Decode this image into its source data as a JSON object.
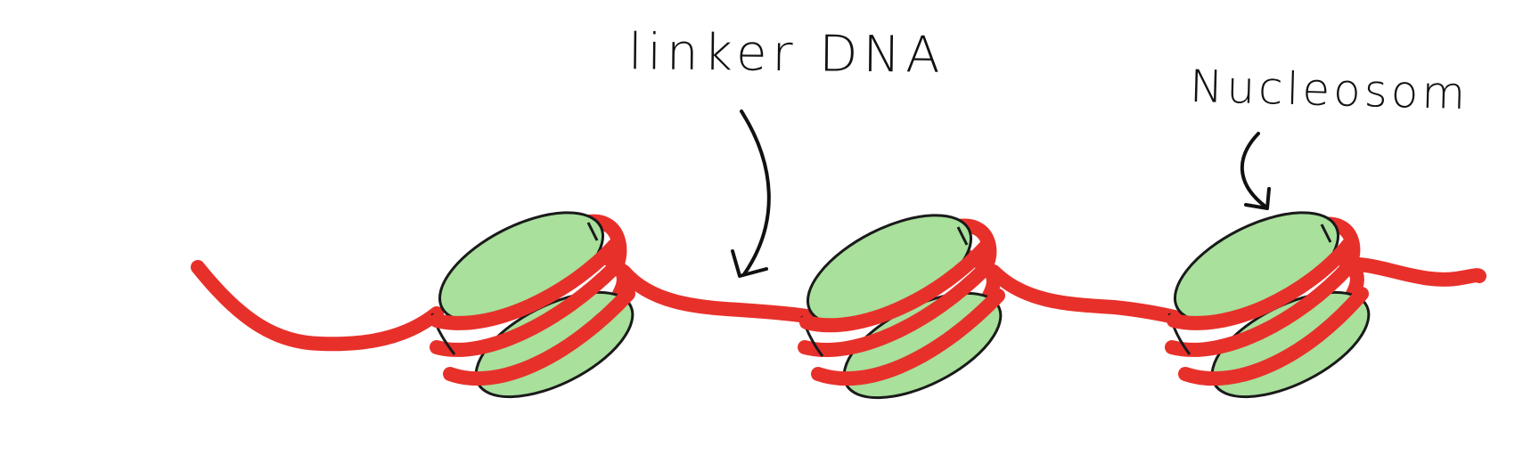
{
  "labels": {
    "linker": "linker DNA",
    "nucleosome": "Nucleosom"
  },
  "colors": {
    "dna": "#e8302a",
    "histone_fill": "#a8e09c",
    "outline": "#1a1a1a",
    "background": "#ffffff"
  },
  "nucleosome_count": 3
}
